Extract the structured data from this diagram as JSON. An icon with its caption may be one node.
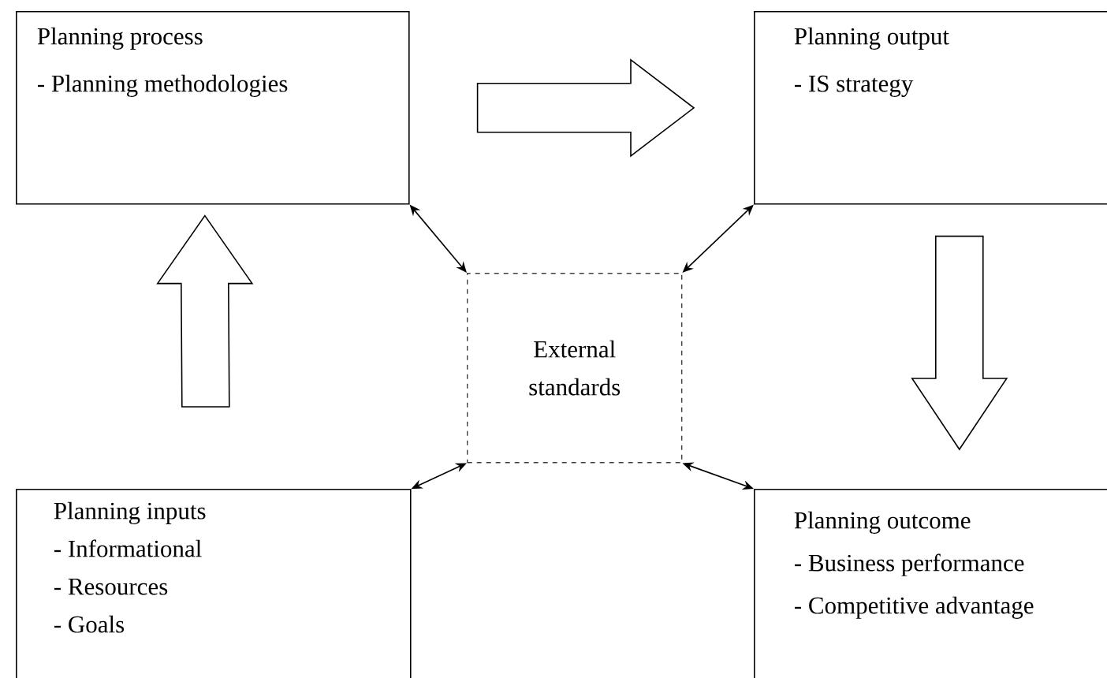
{
  "diagram": {
    "nodes": [
      {
        "text": [
          "Planning process",
          "- Planning methodologies"
        ]
      },
      {
        "text": [
          "Planning output",
          "- IS strategy"
        ]
      },
      {
        "text": [
          "External standards"
        ]
      },
      {
        "text": [
          "Planning inputs",
          "- Informational",
          "- Resources",
          "- Goals"
        ]
      },
      {
        "text": [
          "Planning outcome",
          "- Business performance",
          "- Competitive advantage"
        ]
      }
    ],
    "edges": [
      {
        "from": 0,
        "to": 1,
        "arrow": "to",
        "style": "thick"
      },
      {
        "from": 3,
        "to": 0,
        "arrow": "to",
        "style": "thick"
      },
      {
        "from": 1,
        "to": 4,
        "arrow": "to",
        "style": "thick"
      },
      {
        "from": 0,
        "to": 2,
        "arrow": "both"
      },
      {
        "from": 1,
        "to": 2,
        "arrow": "both"
      },
      {
        "from": 3,
        "to": 2,
        "arrow": "both"
      },
      {
        "from": 4,
        "to": 2,
        "arrow": "both"
      }
    ]
  }
}
